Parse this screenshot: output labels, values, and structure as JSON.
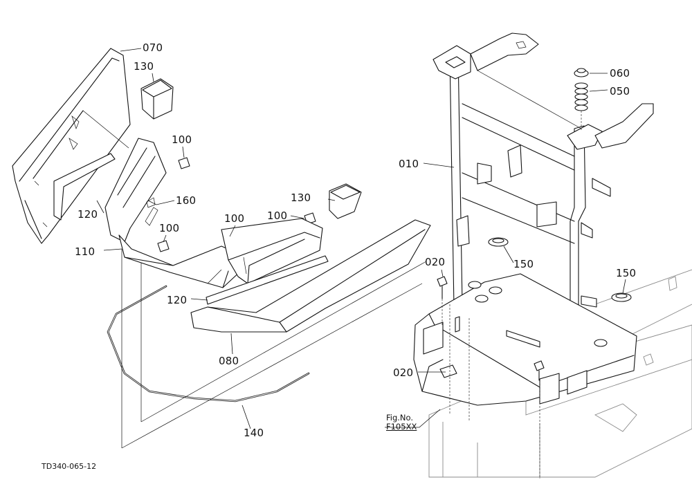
{
  "diagram": {
    "callouts": [
      {
        "id": "070",
        "text": "070"
      },
      {
        "id": "130a",
        "text": "130"
      },
      {
        "id": "100a",
        "text": "100"
      },
      {
        "id": "160",
        "text": "160"
      },
      {
        "id": "120a",
        "text": "120"
      },
      {
        "id": "100b",
        "text": "100"
      },
      {
        "id": "110",
        "text": "110"
      },
      {
        "id": "100c",
        "text": "100"
      },
      {
        "id": "100d",
        "text": "100"
      },
      {
        "id": "130b",
        "text": "130"
      },
      {
        "id": "120b",
        "text": "120"
      },
      {
        "id": "080",
        "text": "080"
      },
      {
        "id": "140",
        "text": "140"
      },
      {
        "id": "060",
        "text": "060"
      },
      {
        "id": "050",
        "text": "050"
      },
      {
        "id": "010",
        "text": "010"
      },
      {
        "id": "020a",
        "text": "020"
      },
      {
        "id": "150a",
        "text": "150"
      },
      {
        "id": "150b",
        "text": "150"
      },
      {
        "id": "020b",
        "text": "020"
      }
    ],
    "fig_ref": {
      "line1": "Fig.No.",
      "line2": "F105XX"
    },
    "drawing_code": "TD340-065-12"
  }
}
